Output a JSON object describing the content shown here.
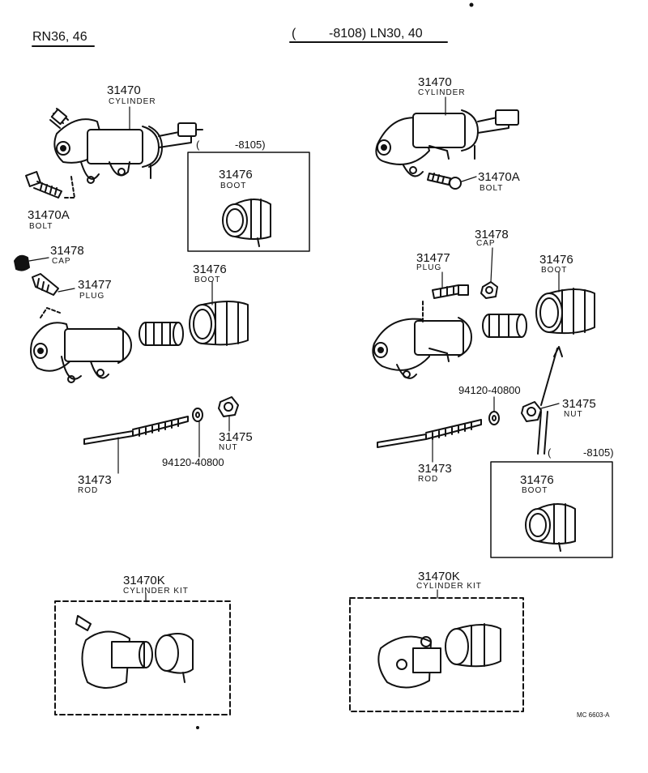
{
  "headers": {
    "left": "RN36, 46",
    "right_open": "(",
    "right_text": "-8108) LN30, 40"
  },
  "left": {
    "cylinder": {
      "num": "31470",
      "name": "CYLINDER"
    },
    "bolt": {
      "num": "31470A",
      "name": "BOLT"
    },
    "boot_box": {
      "range_open": "(",
      "range": "-8105)",
      "num": "31476",
      "name": "BOOT"
    },
    "cap": {
      "num": "31478",
      "name": "CAP"
    },
    "plug": {
      "num": "31477",
      "name": "PLUG"
    },
    "boot": {
      "num": "31476",
      "name": "BOOT"
    },
    "nut": {
      "num": "31475",
      "name": "NUT"
    },
    "washer": {
      "num": "94120-40800"
    },
    "rod": {
      "num": "31473",
      "name": "ROD"
    },
    "kit": {
      "num": "31470K",
      "name": "CYLINDER KIT"
    }
  },
  "right": {
    "cylinder": {
      "num": "31470",
      "name": "CYLINDER"
    },
    "bolt": {
      "num": "31470A",
      "name": "BOLT"
    },
    "cap": {
      "num": "31478",
      "name": "CAP"
    },
    "plug": {
      "num": "31477",
      "name": "PLUG"
    },
    "boot": {
      "num": "31476",
      "name": "BOOT"
    },
    "washer": {
      "num": "94120-40800"
    },
    "nut": {
      "num": "31475",
      "name": "NUT"
    },
    "boot_box": {
      "range_open": "(",
      "range": "-8105)",
      "num": "31476",
      "name": "BOOT"
    },
    "rod": {
      "num": "31473",
      "name": "ROD"
    },
    "kit": {
      "num": "31470K",
      "name": "CYLINDER KIT"
    }
  },
  "footer_code": "MC 6603-A"
}
